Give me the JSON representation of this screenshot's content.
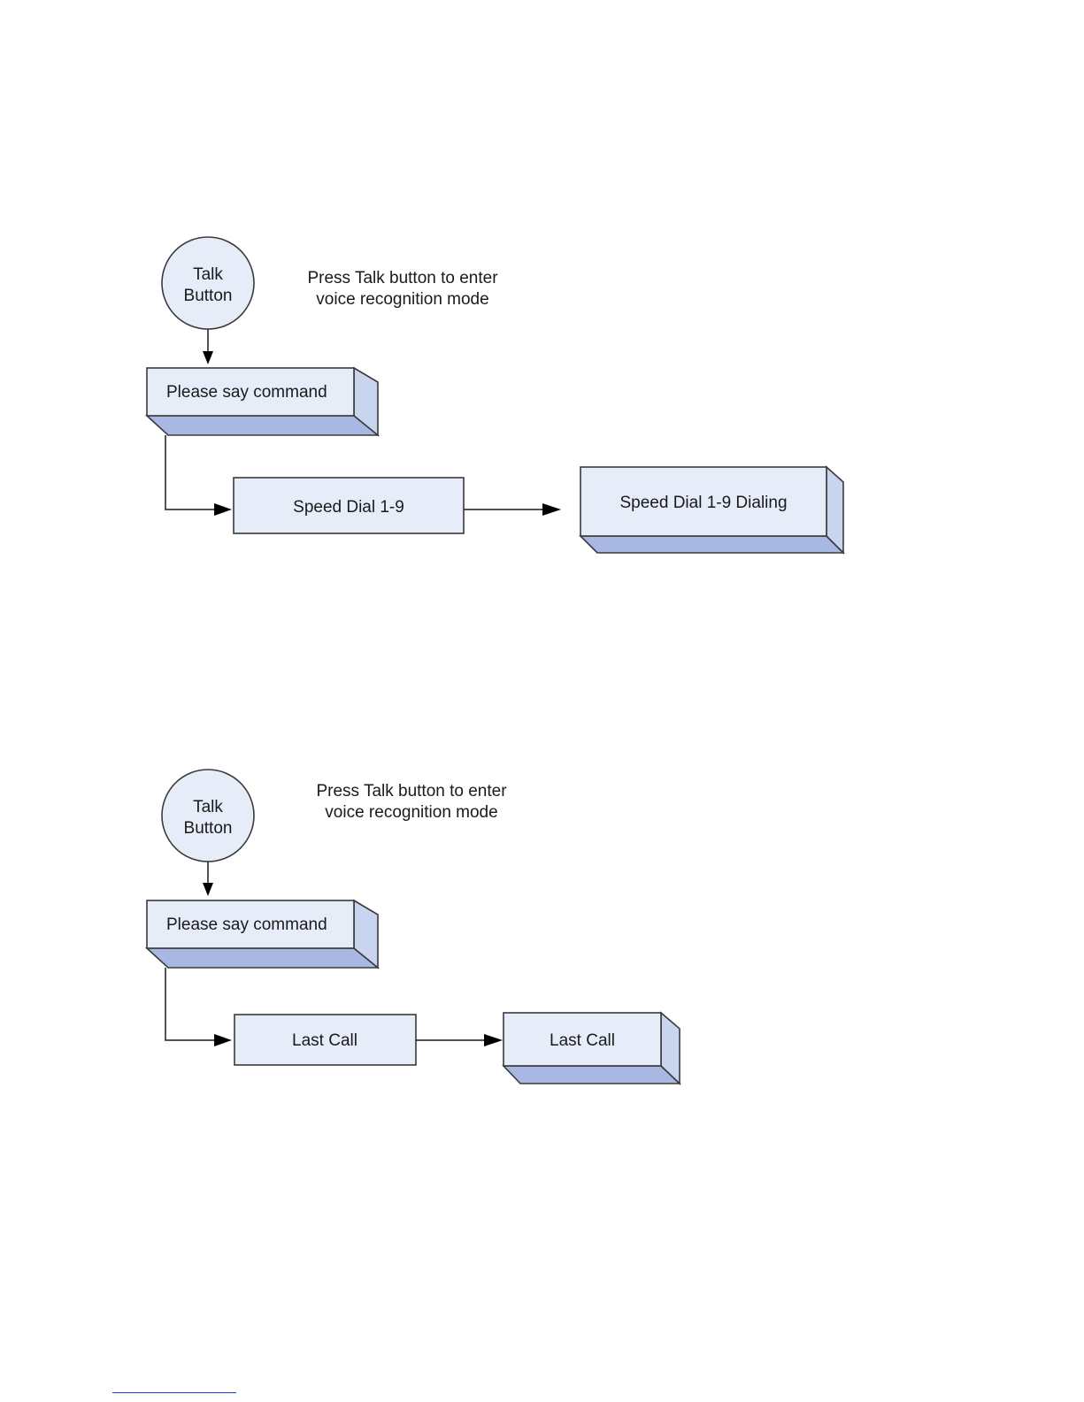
{
  "colors": {
    "box_fill": "#e6ecf8",
    "box_side": "#c9d4ee",
    "box_bottom": "#a9b8e2",
    "outline": "#3a3a3a",
    "footnote_rule": "#1a3fd6"
  },
  "diagrams": [
    {
      "id": "speed-dial",
      "start": {
        "line1": "Talk",
        "line2": "Button"
      },
      "note": {
        "line1": "Press Talk button to enter",
        "line2": "voice recognition mode"
      },
      "prompt": "Please say command",
      "command": "Speed Dial 1-9",
      "result": "Speed Dial 1-9 Dialing"
    },
    {
      "id": "last-call",
      "start": {
        "line1": "Talk",
        "line2": "Button"
      },
      "note": {
        "line1": "Press Talk button to enter",
        "line2": "voice recognition mode"
      },
      "prompt": "Please say command",
      "command": "Last Call",
      "result": "Last Call"
    }
  ]
}
